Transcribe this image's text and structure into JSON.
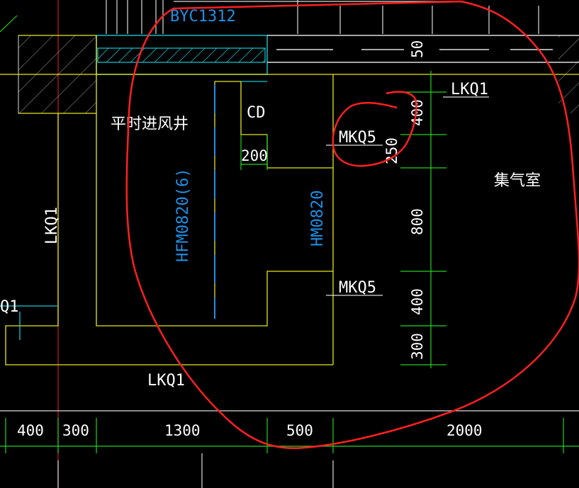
{
  "colors": {
    "background": "#000000",
    "wall": "#e6e61e",
    "dimension": "#22d322",
    "dimension_text": "#ffffff",
    "door_label": "#1e90e6",
    "window": "#19c8d2",
    "markup": "#ff2020",
    "axis": "#c81e1e",
    "hatch": "#9a9a9a",
    "text": "#ffffff"
  },
  "labels": {
    "window_top": "BYC1312",
    "pressure_vent": "平时进风井",
    "cd": "CD",
    "dim_200": "200",
    "lkq1_top_right": "LKQ1",
    "lkq1_left": "LKQ1",
    "lkq1_bottom": "LKQ1",
    "q1_left": "Q1",
    "mkq5_upper": "MKQ5",
    "mkq5_lower": "MKQ5",
    "hfm_door": "HFM0820(6)",
    "hm_door": "HM0820",
    "gas_room": "集气室",
    "top_dim_50": "50"
  },
  "vertical_dims": [
    "400",
    "250",
    "800",
    "400",
    "300"
  ],
  "bottom_dims": [
    "400",
    "300",
    "1300",
    "500",
    "2000"
  ]
}
